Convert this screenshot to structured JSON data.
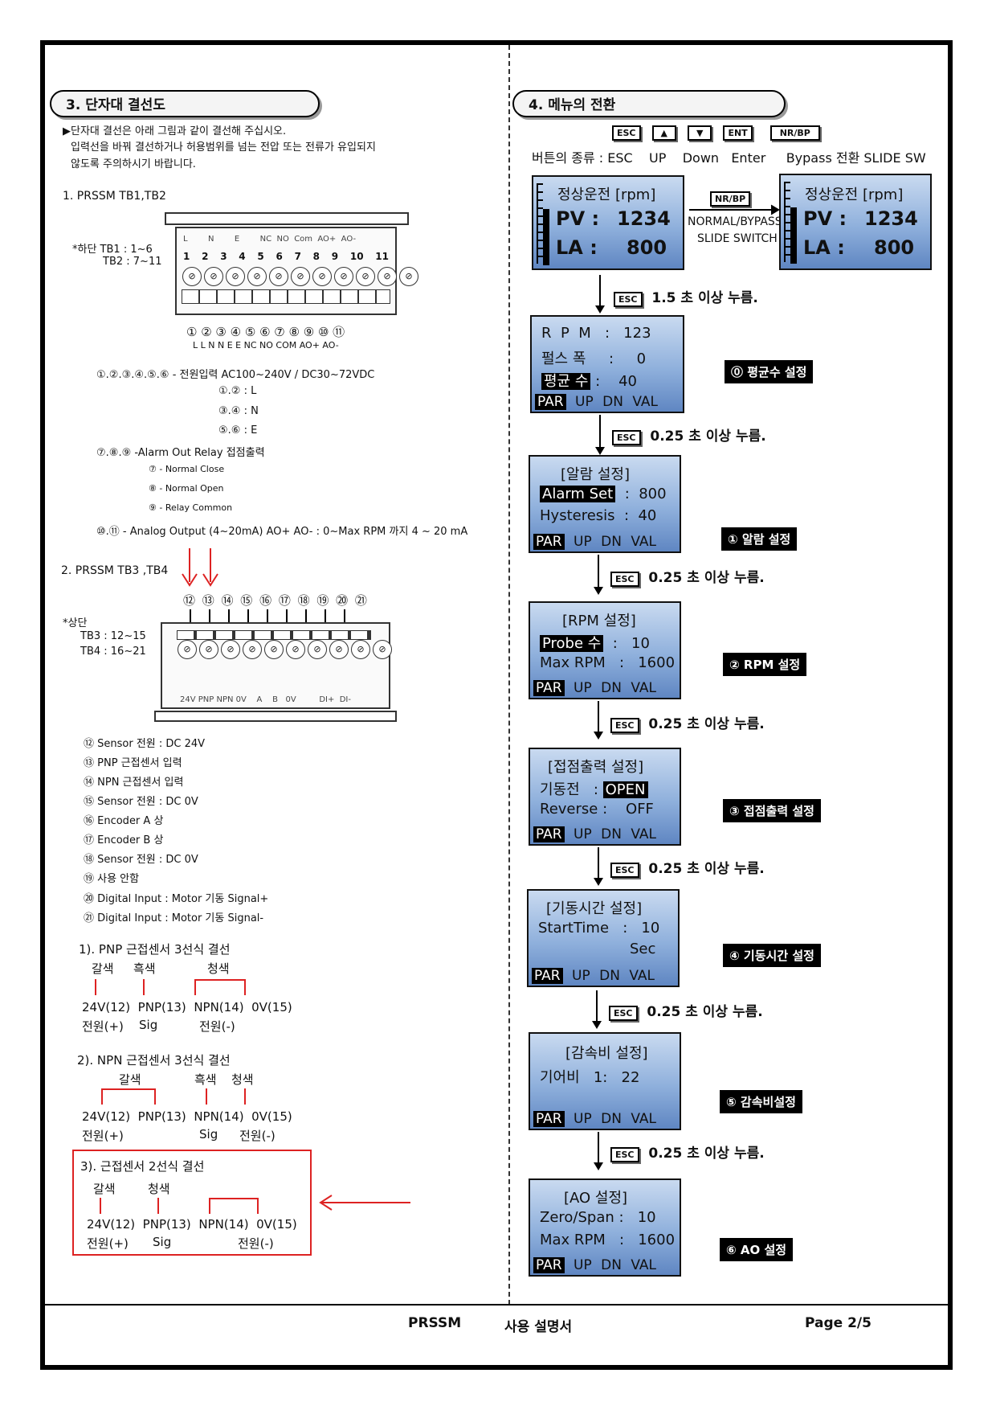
{
  "left": {
    "section_title": "3. 단자대 결선도",
    "intro": [
      "▶단자대 결선은 아래 그림과 같이 결선해 주십시오.",
      "입력선을 바꿔 결선하거나 허용범위를 넘는 전압 또는 전류가 유입되지",
      "않도록 주의하시기 바랍니다."
    ],
    "tb12_title": "1. PRSSM   TB1,TB2",
    "tb12_note1": "*하단  TB1 : 1~6",
    "tb12_note2": "TB2 : 7~11",
    "tb12_top_labels": "L        N        E        NC  NO  Com  AO+  AO-",
    "tb12_numbers": [
      "1",
      "2",
      "3",
      "4",
      "5",
      "6",
      "7",
      "8",
      "9",
      "10",
      "11"
    ],
    "tb12_circ_nums": "① ② ③ ④ ⑤ ⑥     ⑦ ⑧ ⑨ ⑩ ⑪",
    "tb12_circ_labels": "L   L   N   N   E   E          NC NO COM AO+ AO-",
    "tb12_desc": [
      "①.②.③.④.⑤.⑥ - 전원입력 AC100~240V / DC30~72VDC",
      "①.② : L",
      "③.④ : N",
      "⑤.⑥ : E",
      "⑦.⑧.⑨ -Alarm Out Relay 접점출력",
      "⑦ -  Normal Close",
      "⑧ -  Normal Open",
      "⑨ -  Relay Common",
      "⑩.⑪ -  Analog Output (4~20mA) AO+ AO- : 0~Max RPM 까지 4 ~ 20 mA"
    ],
    "tb34_title": "2. PRSSM TB3 ,TB4",
    "tb34_circ_nums": "⑫ ⑬ ⑭ ⑮ ⑯ ⑰ ⑱ ⑲ ⑳ ㉑",
    "tb34_note1": "*상단",
    "tb34_note2": "TB3 : 12~15",
    "tb34_note3": "TB4 : 16~21",
    "tb34_bottom_labels": "24V PNP NPN 0V    A    B   0V         DI+  DI-",
    "tb34_desc": [
      "⑫ Sensor 전원  : DC 24V",
      "⑬ PNP 근접센서 입력",
      "⑭ NPN 근접센서 입력",
      "⑮ Sensor 전원  : DC 0V",
      "⑯ Encoder A 상",
      "⑰ Encoder B 상",
      "⑱ Sensor 전원  : DC 0V",
      "⑲ 사용 안함",
      "⑳ Digital Input : Motor 기동 Signal+",
      "㉑ Digital Input : Motor 기동 Signal-"
    ],
    "wiring": [
      {
        "title": "1). PNP 근접센서 3선식 결선",
        "colors": [
          "갈색",
          "흑색",
          "청색"
        ],
        "terms": "24V(12)  PNP(13)  NPN(14)  0V(15)",
        "subs": [
          "전원(+)",
          "Sig",
          "전원(-)"
        ]
      },
      {
        "title": "2). NPN 근접센서 3선식 결선",
        "colors": [
          "갈색",
          "흑색",
          "청색"
        ],
        "terms": "24V(12)  PNP(13)  NPN(14)  0V(15)",
        "subs": [
          "전원(+)",
          "Sig",
          "전원(-)"
        ]
      },
      {
        "title": "3). 근접센서 2선식 결선",
        "colors": [
          "갈색",
          "청색"
        ],
        "terms": "24V(12)  PNP(13)  NPN(14)  0V(15)",
        "subs": [
          "전원(+)",
          "Sig",
          "전원(-)"
        ]
      }
    ]
  },
  "right": {
    "section_title": "4. 메뉴의 전환",
    "buttons": {
      "esc": "ESC",
      "up": "▲",
      "down": "▼",
      "ent": "ENT",
      "nrbp": "NR/BP"
    },
    "button_caption": "버튼의 종류 : ESC    UP    Down   Enter     Bypass 전환 SLIDE SW",
    "pv_screens": [
      {
        "title": "정상운전 [rpm]",
        "pv_label": "PV :",
        "pv": "1234",
        "la_label": "LA :",
        "la": "800"
      },
      {
        "title": "정상운전 [rpm]",
        "pv_label": "PV :",
        "pv": "1234",
        "la_label": "LA :",
        "la": "800"
      }
    ],
    "switch_box": "NR/BP",
    "switch_text1": "NORMAL/BYPASS",
    "switch_text2": "SLIDE SWITCH",
    "esc_label": "ESC",
    "esc_first": "1.5 초 이상 누름.",
    "esc_next": "0.25 초 이상 누름.",
    "screen0": {
      "l1": "R  P  M   :   123",
      "l2": "펄스 폭     :     0",
      "l3a": "평균 수",
      "l3b": " :    40",
      "bot": [
        "PAR",
        "UP",
        "DN",
        "VAL"
      ],
      "tag": "⓪ 평균수 설정"
    },
    "screen1": {
      "l1": "[알람 설정]",
      "l2a": "Alarm Set",
      "l2b": "  :  800",
      "l3": "Hysteresis  :  40",
      "bot": [
        "PAR",
        "UP",
        "DN",
        "VAL"
      ],
      "tag": "① 알람 설정"
    },
    "screen2": {
      "l1": "[RPM 설정]",
      "l2a": "Probe 수",
      "l2b": "  :   10",
      "l3": "Max RPM   :   1600",
      "bot": [
        "PAR",
        "UP",
        "DN",
        "VAL"
      ],
      "tag": "② RPM 설정"
    },
    "screen3": {
      "l1": "[접점출력 설정]",
      "l2a": "기동전   : ",
      "l2b": "OPEN",
      "l3": "Reverse :    OFF",
      "bot": [
        "PAR",
        "UP",
        "DN",
        "VAL"
      ],
      "tag": "③ 접점출력 설정"
    },
    "screen4": {
      "l1": "[기동시간 설정]",
      "l2": "StartTime   :   10",
      "l3": "Sec",
      "bot": [
        "PAR",
        "UP",
        "DN",
        "VAL"
      ],
      "tag": "④ 기동시간 설정"
    },
    "screen5": {
      "l1": "[감속비 설정]",
      "l2": "기어비   1:   22",
      "bot": [
        "PAR",
        "UP",
        "DN",
        "VAL"
      ],
      "tag": "⑤ 감속비설정"
    },
    "screen6": {
      "l1": "[AO 설정]",
      "l2": "Zero/Span :   10",
      "l3": "Max RPM   :   1600",
      "bot": [
        "PAR",
        "UP",
        "DN",
        "VAL"
      ],
      "tag": "⑥ AO 설정"
    }
  },
  "footer": {
    "model": "PRSSM",
    "doc": "사용 설명서",
    "page": "Page 2/5"
  },
  "colors": {
    "red": "#d22222",
    "lcd_top": "#c9daf0",
    "lcd_bottom": "#5f86c2"
  }
}
